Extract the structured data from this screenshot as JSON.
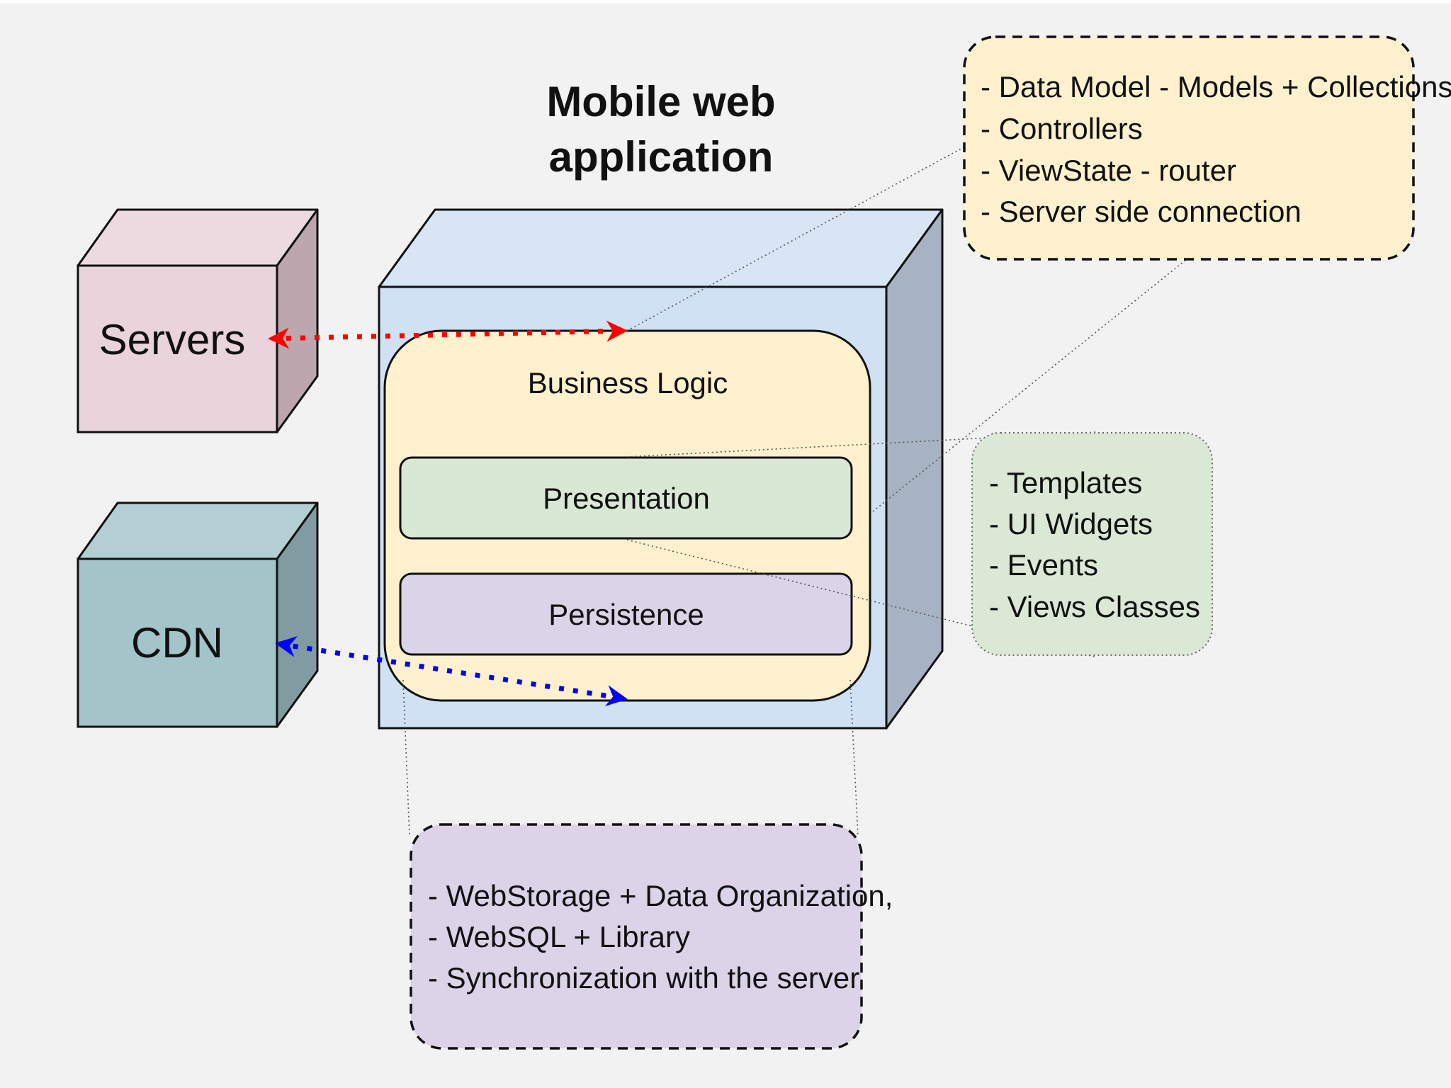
{
  "title": {
    "line1": "Mobile web",
    "line2": "application"
  },
  "nodes": {
    "servers": {
      "label": "Servers",
      "front": "#ead4dc",
      "top": "#ecdae0",
      "side": "#bca7ae"
    },
    "cdn": {
      "label": "CDN",
      "front": "#a3c4c9",
      "top": "#b4cfd3",
      "side": "#809ca1"
    },
    "app": {
      "front": "#d0e1f3",
      "top": "#d7e5f4",
      "side": "#a7b3c2"
    }
  },
  "layers": {
    "business_logic": {
      "label": "Business Logic",
      "fill": "#fff1cd"
    },
    "presentation": {
      "label": "Presentation",
      "fill": "#d9e8d4"
    },
    "persistence": {
      "label": "Persistence",
      "fill": "#dbd3e8"
    }
  },
  "notes": {
    "business": {
      "fill": "#fff1cd",
      "lines": [
        "- Data Model - Models + Collections",
        "- Controllers",
        "- ViewState - router",
        "- Server side connection"
      ]
    },
    "presentation": {
      "fill": "#dbe8d5",
      "lines": [
        "- Templates",
        "- UI Widgets",
        "- Events",
        "- Views Classes"
      ]
    },
    "persistence": {
      "fill": "#dcd3e9",
      "lines": [
        "- WebStorage + Data Organization,",
        "- WebSQL + Library",
        "- Synchronization with the server"
      ]
    }
  },
  "connectors": {
    "servers_link": {
      "color": "#ff0000",
      "style": "dotted",
      "direction": "bidirectional"
    },
    "cdn_link": {
      "color": "#0000ff",
      "style": "dotted",
      "direction": "bidirectional"
    }
  }
}
